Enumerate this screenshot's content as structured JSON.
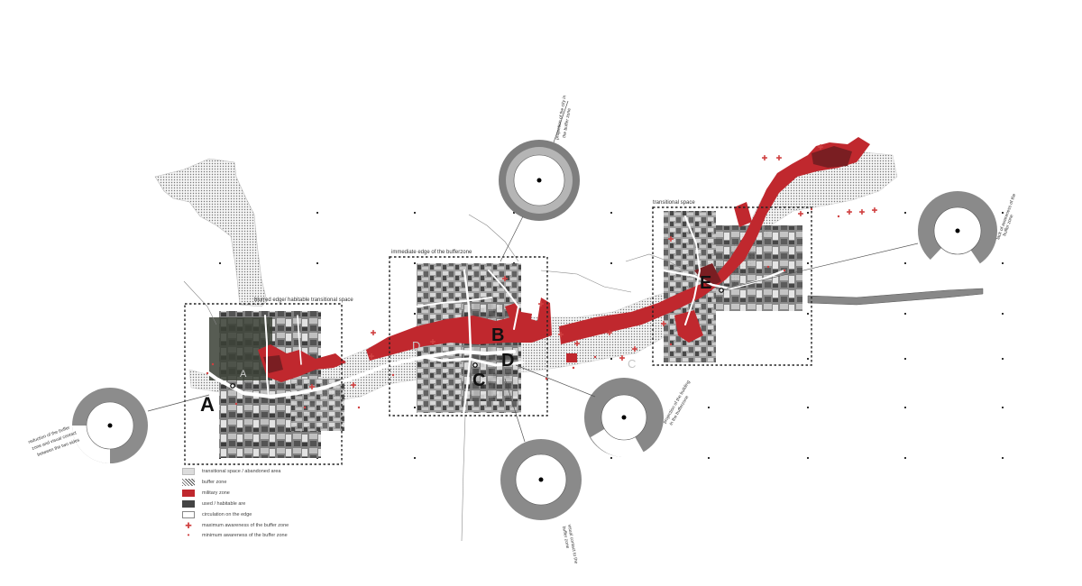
{
  "zone_labels": {
    "blurred_edge": "blurred edge/ habitable transitional space",
    "immediate_edge": "immediate edge of the bufferzone",
    "transitional": "transitional space"
  },
  "points": {
    "a": "A",
    "b": "B",
    "c": "C",
    "d": "D",
    "e": "E"
  },
  "panorama_captions": {
    "a": [
      "reduction of the buffer",
      "zone and visual contact",
      "between the two sides"
    ],
    "top": [
      "projection of the city in",
      "the buffer zone"
    ],
    "bottom": [
      "visual contact to the",
      "buffer zone"
    ],
    "d": [
      "projection of the building",
      "in the bufferzone"
    ],
    "right": [
      "lack of awareness of the",
      "buffer zone"
    ]
  },
  "legend": [
    {
      "swatch": "transitional",
      "label": "transitional space / abandoned area"
    },
    {
      "swatch": "buffer",
      "label": "buffer zone"
    },
    {
      "swatch": "military",
      "label": "military zone"
    },
    {
      "swatch": "used",
      "label": "used / habitable are"
    },
    {
      "swatch": "circulation",
      "label": "circulation on the edge"
    },
    {
      "swatch": "plus",
      "label": "maximum awareness of the buffer zone"
    },
    {
      "swatch": "dot",
      "label": "minimum awareness of the buffer zone"
    }
  ],
  "colors": {
    "military": "#c0282e",
    "used": "#444444",
    "transitional": "#dcdcdc",
    "awareness": "#d04040"
  }
}
